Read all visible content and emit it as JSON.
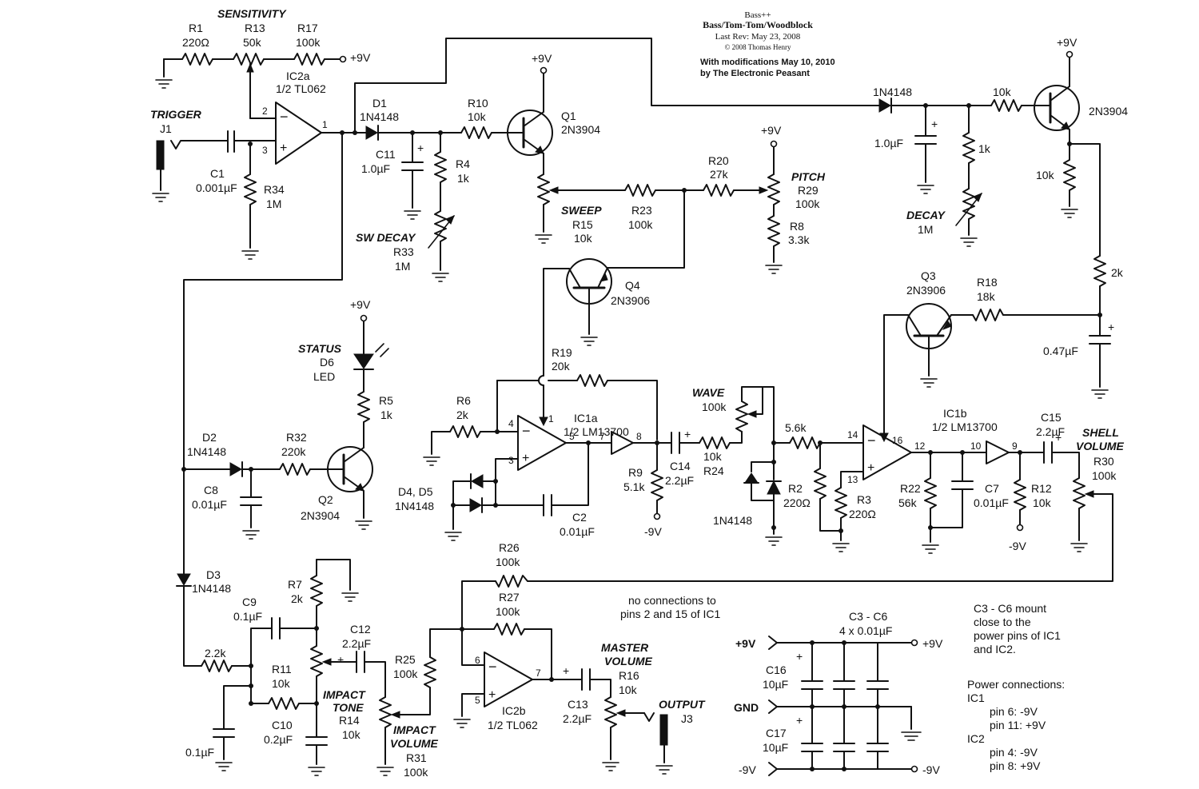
{
  "header": {
    "title": "Bass++",
    "subtitle": "Bass/Tom-Tom/Woodblock",
    "rev": "Last Rev: May 23, 2008",
    "copyright": "© 2008 Thomas Henry",
    "mod1": "With modifications May 10, 2010",
    "mod2": "by The Electronic Peasant"
  },
  "labels": {
    "sensitivity": "SENSITIVITY",
    "trigger": "TRIGGER",
    "j1": "J1",
    "r1": "R1",
    "r1v": "220Ω",
    "r13": "R13",
    "r13v": "50k",
    "r17": "R17",
    "r17v": "100k",
    "v9a": "+9V",
    "ic2a": "IC2a",
    "ic2a_t": "1/2 TL062",
    "c1": "C1",
    "c1v": "0.001µF",
    "r34": "R34",
    "r34v": "1M",
    "d1": "D1",
    "d1v": "1N4148",
    "c11": "C11",
    "c11v": "1.0µF",
    "r10": "R10",
    "r10v": "10k",
    "r4": "R4",
    "r4v": "1k",
    "swdecay": "SW DECAY",
    "r33": "R33",
    "r33v": "1M",
    "q1": "Q1",
    "q1v": "2N3904",
    "v9b": "+9V",
    "sweep": "SWEEP",
    "r15": "R15",
    "r15v": "10k",
    "r23": "R23",
    "r23v": "100k",
    "r20": "R20",
    "r20v": "27k",
    "v9c": "+9V",
    "pitch": "PITCH",
    "r29": "R29",
    "r29v": "100k",
    "r8": "R8",
    "r8v": "3.3k",
    "q4": "Q4",
    "q4v": "2N3906",
    "d_top": "1N4148",
    "c_top": "1.0µF",
    "r_k1": "1k",
    "decay": "DECAY",
    "decayv": "1M",
    "r_10k_a": "10k",
    "q_top": "2N3904",
    "v9d": "+9V",
    "r_10k_b": "10k",
    "r_2k": "2k",
    "q3": "Q3",
    "q3v": "2N3906",
    "r18": "R18",
    "r18v": "18k",
    "c047": "0.47µF",
    "v9e": "+9V",
    "status": "STATUS",
    "d6": "D6",
    "led": "LED",
    "r5": "R5",
    "r5v": "1k",
    "d2": "D2",
    "d2v": "1N4148",
    "r32": "R32",
    "r32v": "220k",
    "c8": "C8",
    "c8v": "0.01µF",
    "q2": "Q2",
    "q2v": "2N3904",
    "r19": "R19",
    "r19v": "20k",
    "ic1a": "IC1a",
    "ic1a_t": "1/2 LM13700",
    "r6": "R6",
    "r6v": "2k",
    "d45": "D4, D5",
    "d45v": "1N4148",
    "c2": "C2",
    "c2v": "0.01µF",
    "r9": "R9",
    "r9v": "5.1k",
    "c14": "C14",
    "c14v": "2.2µF",
    "wave": "WAVE",
    "wavev": "100k",
    "r24v": "10k",
    "r24": "R24",
    "n9a": "-9V",
    "r56k": "5.6k",
    "d_clip": "1N4148",
    "r2": "R2",
    "r2v": "220Ω",
    "r3": "R3",
    "r3v": "220Ω",
    "ic1b": "IC1b",
    "ic1b_t": "1/2 LM13700",
    "r22": "R22",
    "r22v": "56k",
    "c7": "C7",
    "c7v": "0.01µF",
    "r12": "R12",
    "r12v": "10k",
    "n9b": "-9V",
    "c15": "C15",
    "c15v": "2.2µF",
    "shell": "SHELL",
    "volume": "VOLUME",
    "r30": "R30",
    "r30v": "100k",
    "d3": "D3",
    "d3v": "1N4148",
    "r7": "R7",
    "r7v": "2k",
    "c9": "C9",
    "c9v": "0.1µF",
    "r22k": "2.2k",
    "r11": "R11",
    "r11v": "10k",
    "c10": "C10",
    "c10v": "0.2µF",
    "c01": "0.1µF",
    "c12": "C12",
    "c12v": "2.2µF",
    "impact": "IMPACT",
    "tone": "TONE",
    "r14": "R14",
    "r14v": "10k",
    "impact2": "IMPACT",
    "volume2": "VOLUME",
    "r31": "R31",
    "r31v": "100k",
    "r25": "R25",
    "r25v": "100k",
    "r26": "R26",
    "r26v": "100k",
    "r27": "R27",
    "r27v": "100k",
    "ic2b": "IC2b",
    "ic2b_t": "1/2 TL062",
    "noconn1": "no connections to",
    "noconn2": "pins 2 and 15 of IC1",
    "master": "MASTER",
    "mvol": "VOLUME",
    "r16": "R16",
    "r16v": "10k",
    "c13": "C13",
    "c13v": "2.2µF",
    "output": "OUTPUT",
    "j3": "J3",
    "c36": "C3 - C6",
    "c36v": "4 x 0.01µF",
    "p9l": "+9V",
    "p9r": "+9V",
    "c16": "C16",
    "c16v": "10µF",
    "gnd": "GND",
    "c17": "C17",
    "c17v": "10µF",
    "n9l": "-9V",
    "n9r": "-9V",
    "note1": "C3 - C6 mount",
    "note2": "close to the",
    "note3": "power pins of IC1",
    "note4": "and IC2.",
    "pc": "Power connections:",
    "pc_ic1": "IC1",
    "pc1": "pin 6:   -9V",
    "pc2": "pin 11:  +9V",
    "pc_ic2": "IC2",
    "pc3": "pin 4:   -9V",
    "pc4": "pin 8:   +9V",
    "p1": "1",
    "p2": "2",
    "p3": "3",
    "p4": "4",
    "p5": "5",
    "p3b": "3",
    "p1b": "1",
    "p7": "7",
    "p8": "8",
    "p14": "14",
    "p16": "16",
    "p13": "13",
    "p12": "12",
    "p10": "10",
    "p9": "9",
    "p6": "6",
    "p5b": "5",
    "p7b": "7"
  }
}
